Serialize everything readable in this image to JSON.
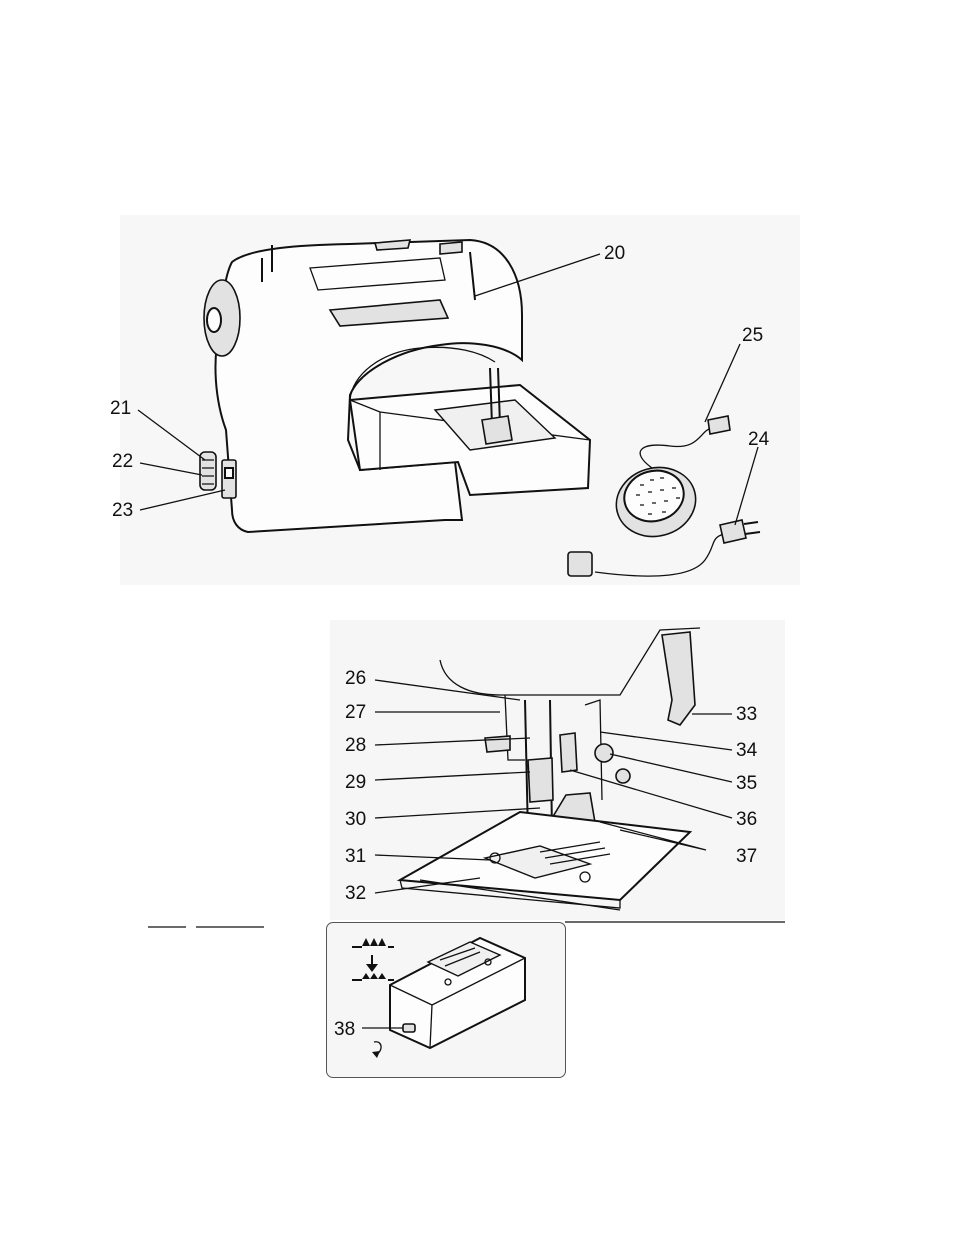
{
  "diagram": {
    "top_callouts": [
      "20",
      "21",
      "22",
      "23",
      "24",
      "25"
    ],
    "detail_callouts_left": [
      "26",
      "27",
      "28",
      "29",
      "30",
      "31",
      "32"
    ],
    "detail_callouts_right": [
      "33",
      "34",
      "35",
      "36",
      "37"
    ],
    "inset_callout": "38"
  }
}
